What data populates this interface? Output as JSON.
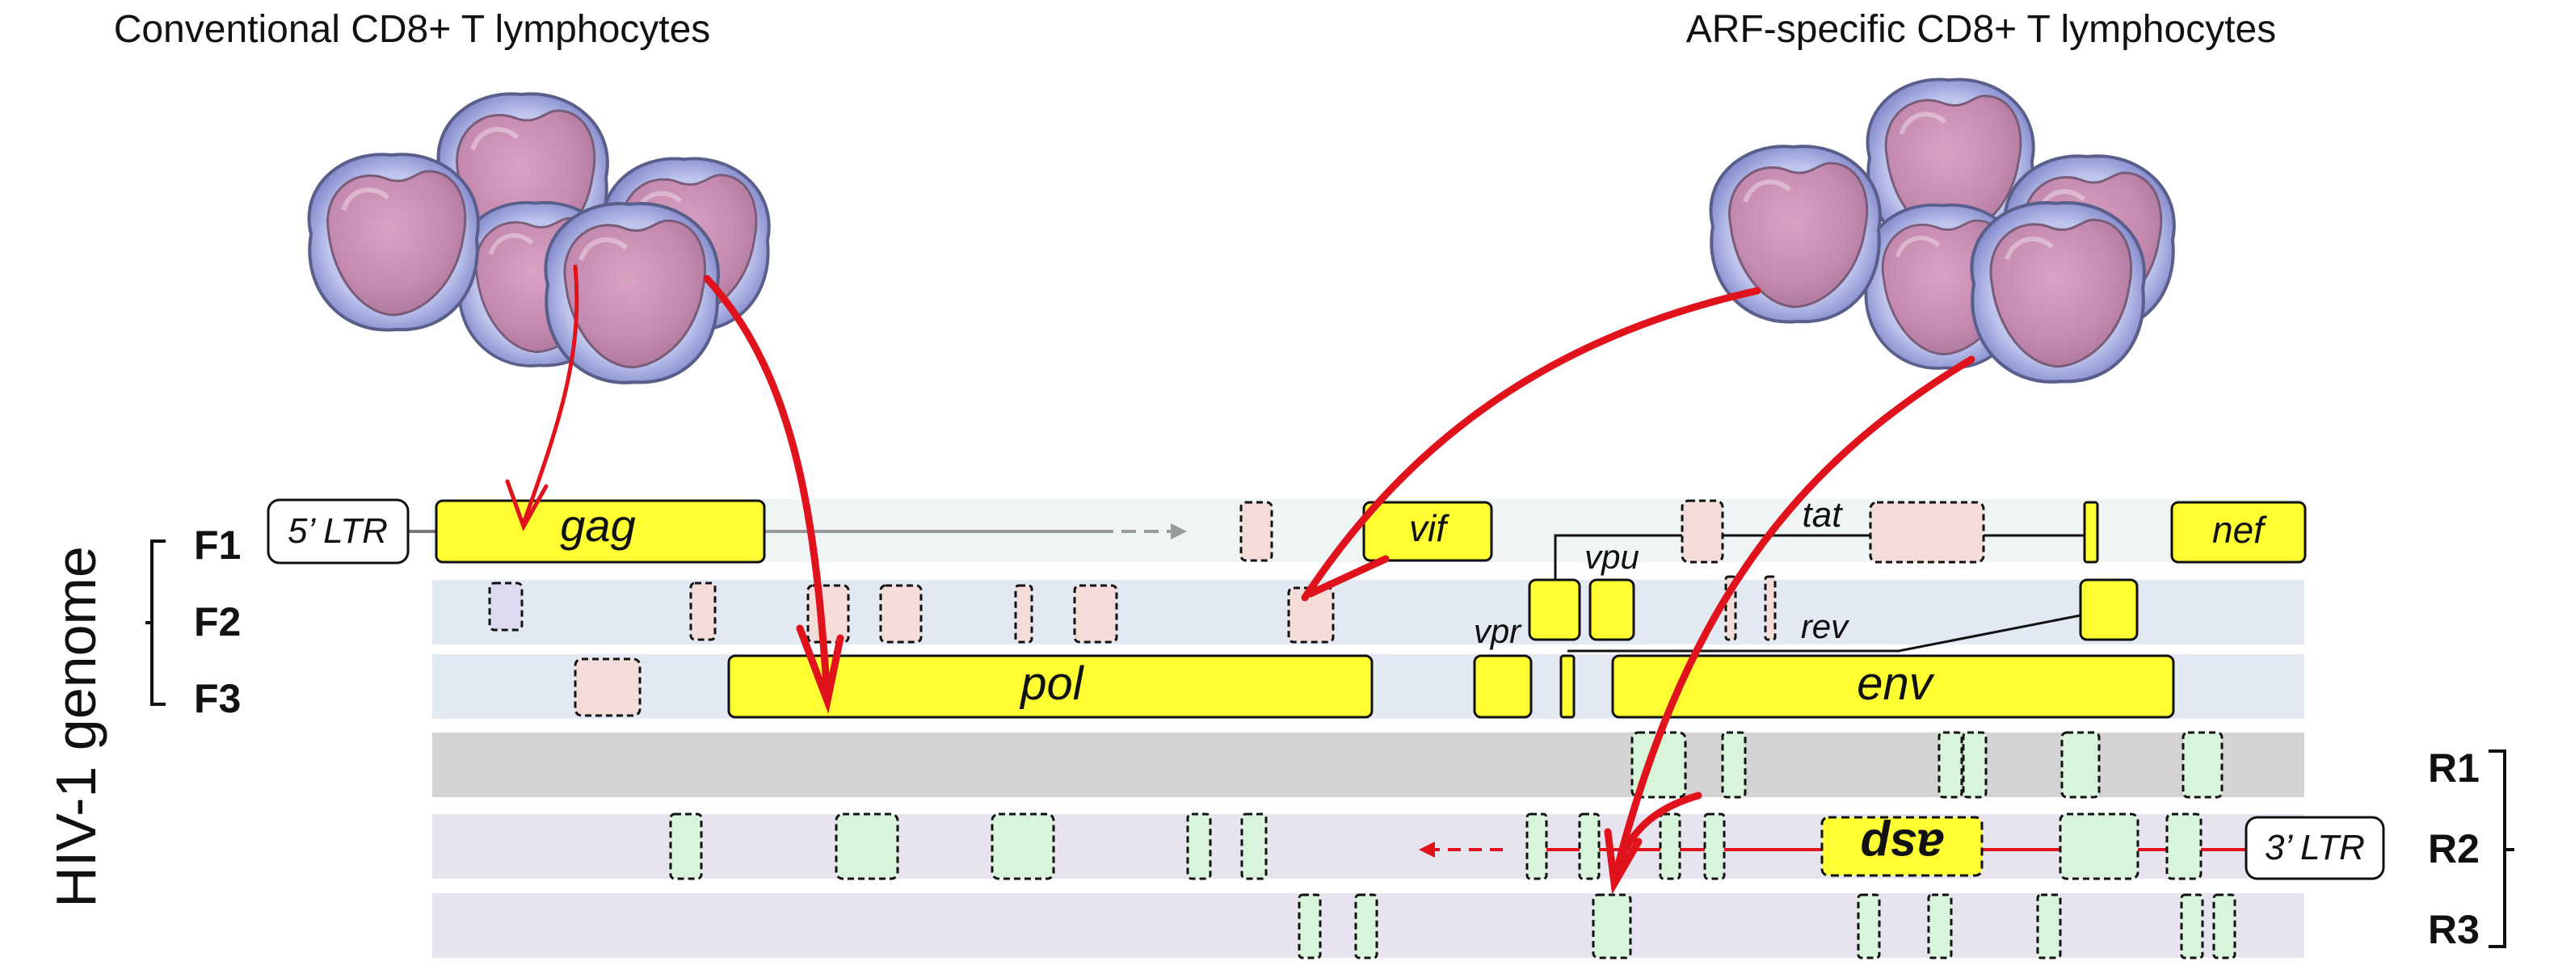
{
  "titles": {
    "left": "Conventional CD8+ T lymphocytes",
    "right": "ARF-specific CD8+ T lymphocytes"
  },
  "genome_label": "HIV-1 genome",
  "frames": {
    "forward": [
      "F1",
      "F2",
      "F3"
    ],
    "reverse": [
      "R1",
      "R2",
      "R3"
    ]
  },
  "ltr": {
    "five": "5’ LTR",
    "three": "3’ LTR"
  },
  "genes": {
    "gag": "gag",
    "pol": "pol",
    "vif": "vif",
    "vpr": "vpr",
    "vpu": "vpu",
    "tat": "tat",
    "rev": "rev",
    "env": "env",
    "nef": "nef",
    "asp": "asp"
  },
  "colors": {
    "gene_fill": "#ffff33",
    "arf_forward_fill": "#f4dcd8",
    "arf_reverse_fill": "#d8f5dc",
    "arf_purple_fill": "#dcdaf0",
    "arrow_red": "#e0121c",
    "f1_band": "#eef5f4",
    "f2f3_band": "#e2e9f2",
    "r1_band": "#d3d3d3",
    "r2r3_band": "#e8e4ef"
  }
}
